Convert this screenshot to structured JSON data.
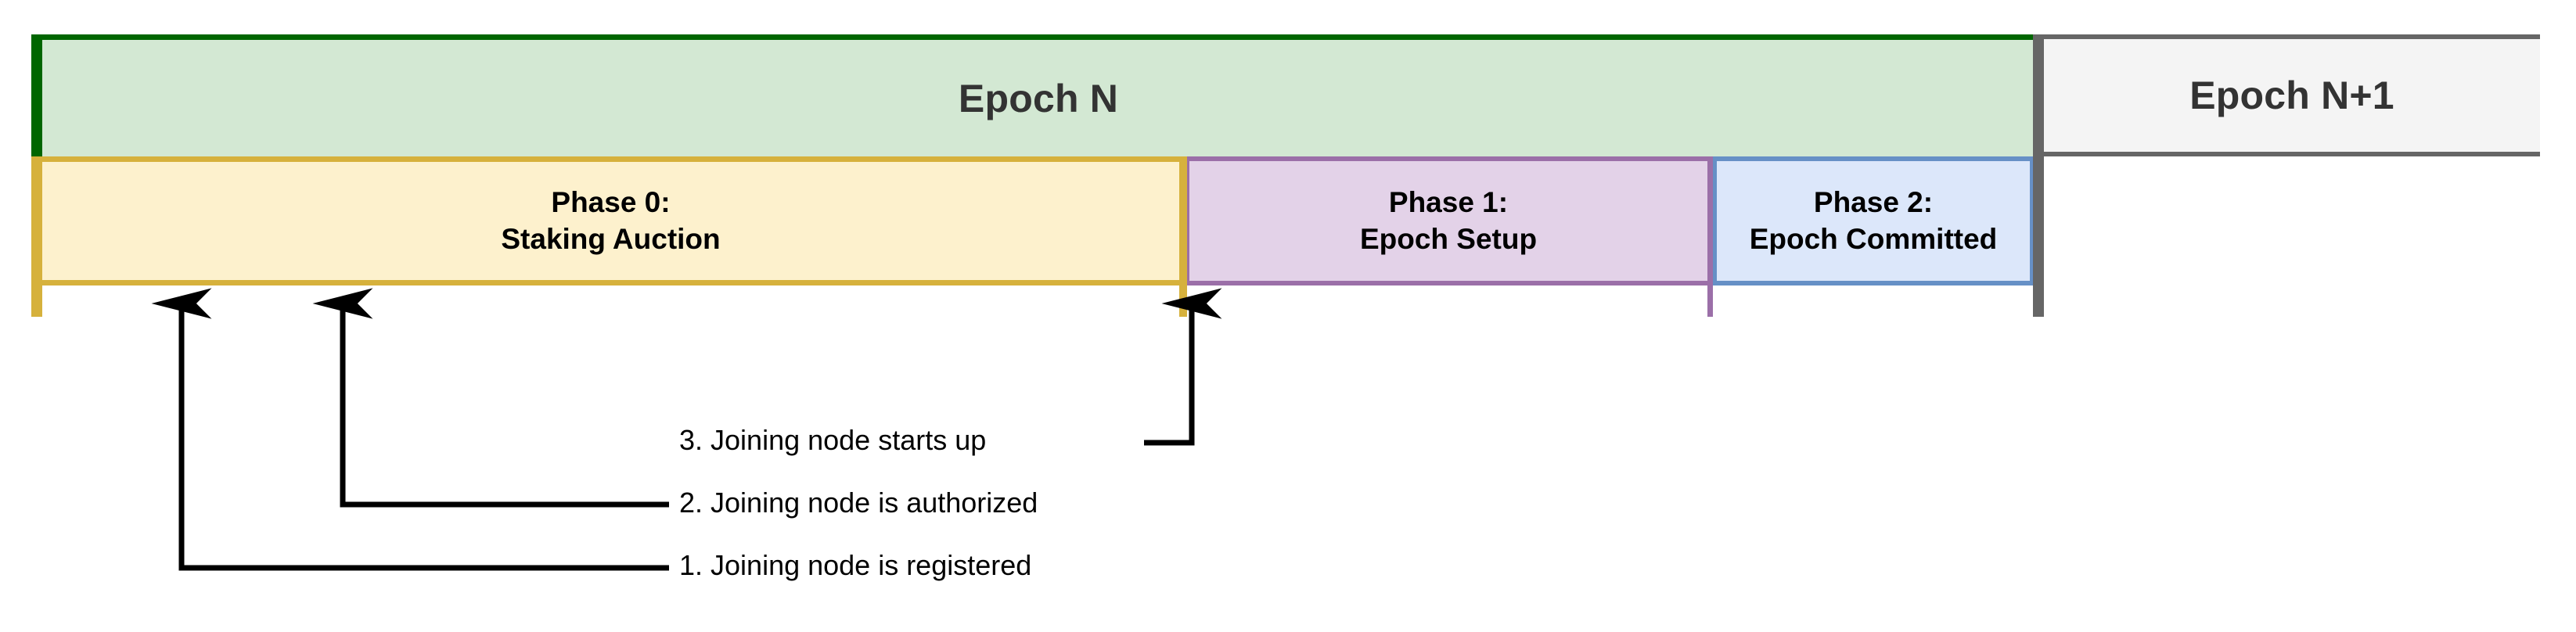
{
  "diagram": {
    "title_epoch_n": "Epoch N",
    "title_epoch_n_plus_1": "Epoch N+1",
    "epochs": [
      {
        "name": "epoch-n",
        "label": "Epoch N",
        "fill": "#d3e8d3",
        "stroke": "#006600"
      },
      {
        "name": "epoch-n-plus-1",
        "label": "Epoch N+1",
        "fill": "#f4f4f4",
        "stroke": "#666666"
      }
    ],
    "phases": [
      {
        "name": "phase-0",
        "line1": "Phase 0:",
        "line2": "Staking Auction",
        "fill": "#fdf1cd",
        "stroke": "#d6b13c"
      },
      {
        "name": "phase-1",
        "line1": "Phase 1:",
        "line2": "Epoch Setup",
        "fill": "#e3d2e8",
        "stroke": "#9b6fa8"
      },
      {
        "name": "phase-2",
        "line1": "Phase 2:",
        "line2": "Epoch Committed",
        "fill": "#dce7fa",
        "stroke": "#6690c6"
      }
    ],
    "callouts": [
      {
        "index": "3",
        "text": "3. Joining node starts up"
      },
      {
        "index": "2",
        "text": "2. Joining node is authorized"
      },
      {
        "index": "1",
        "text": "1. Joining node is registered"
      }
    ],
    "colors": {
      "epoch_n_fill": "#d3e8d3",
      "epoch_n_border": "#006600",
      "epoch_next_fill": "#f4f4f4",
      "epoch_next_border": "#666666",
      "phase0_fill": "#fdf1cd",
      "phase0_border": "#d6b13c",
      "phase1_fill": "#e3d2e8",
      "phase1_border": "#9b6fa8",
      "phase2_fill": "#dce7fa",
      "phase2_border": "#6690c6",
      "callout_line": "#000000",
      "title_text": "#333333",
      "phase_text": "#000000"
    }
  }
}
